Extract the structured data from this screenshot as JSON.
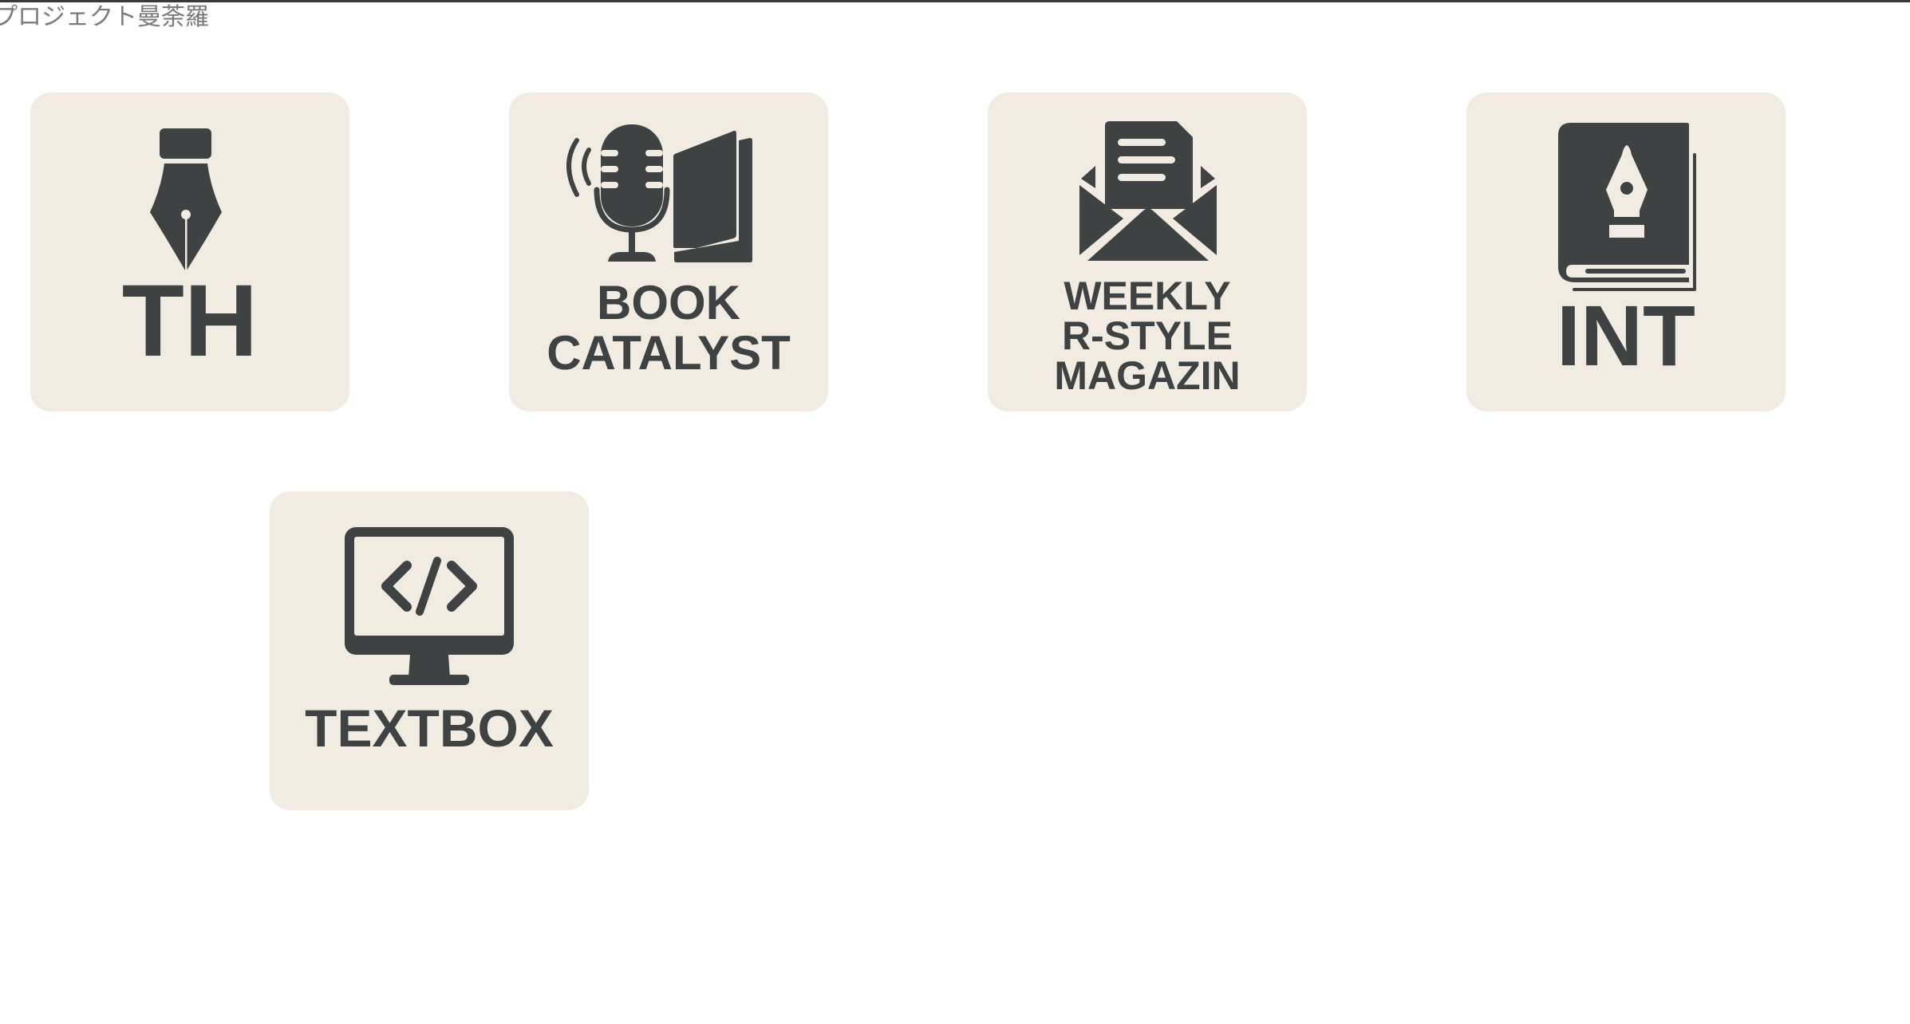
{
  "header": {
    "title": "プロジェクト曼荼羅"
  },
  "colors": {
    "tile_background": "#f1ebe1",
    "icon_color": "#3f4242",
    "title_color": "#7a7a7a",
    "top_border": "#3a3a3a"
  },
  "tiles": [
    {
      "id": "th",
      "icon": "fountain-pen-nib-icon",
      "lines": [
        "TH"
      ]
    },
    {
      "id": "book-catalyst",
      "icon": "microphone-and-book-icon",
      "lines": [
        "BOOK",
        "CATALYST"
      ]
    },
    {
      "id": "weekly-r-style-magazin",
      "icon": "open-envelope-letter-icon",
      "lines": [
        "WEEKLY",
        "R-STYLE",
        "MAGAZIN"
      ]
    },
    {
      "id": "int",
      "icon": "book-with-pen-nib-icon",
      "lines": [
        "INT"
      ]
    },
    {
      "id": "textbox",
      "icon": "monitor-code-icon",
      "lines": [
        "TEXTBOX"
      ]
    }
  ]
}
